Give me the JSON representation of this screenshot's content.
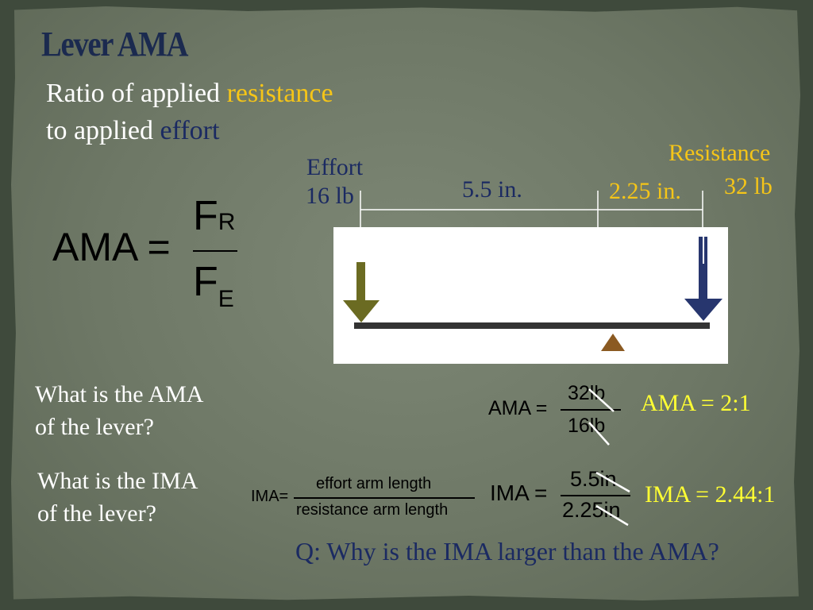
{
  "slide": {
    "title": "Lever AMA",
    "intro_line1_prefix": "Ratio of applied ",
    "intro_line1_highlight": "resistance",
    "intro_line2_prefix": "to applied ",
    "intro_line2_highlight": "effort"
  },
  "formula": {
    "lhs": "AMA =",
    "numerator": "F",
    "numerator_sub": "R",
    "denominator": "F",
    "denominator_sub": "E"
  },
  "diagram": {
    "effort_label": "Effort",
    "effort_value": "16 lb",
    "resistance_label": "Resistance",
    "resistance_value": "32 lb",
    "effort_arm": "5.5 in.",
    "resistance_arm": "2.25 in.",
    "colors": {
      "effort_arrow": "#6b6b22",
      "resistance_arrow": "#27366e",
      "fulcrum": "#8b5a22",
      "beam": "#333333"
    }
  },
  "question_ama": {
    "line1": "What is the AMA",
    "line2": "of the lever?",
    "calc_lhs": "AMA =",
    "calc_num": "32lb",
    "calc_den": "16lb",
    "answer": "AMA = 2:1"
  },
  "question_ima": {
    "line1": "What is the IMA",
    "line2": "of the lever?",
    "def_lhs": "IMA=",
    "def_num": "effort arm length",
    "def_den": "resistance arm length",
    "calc_lhs": "IMA =",
    "calc_num": "5.5in",
    "calc_den": "2.25in",
    "answer": "IMA = 2.44:1"
  },
  "final_question": "Q: Why is the IMA larger than the AMA?"
}
